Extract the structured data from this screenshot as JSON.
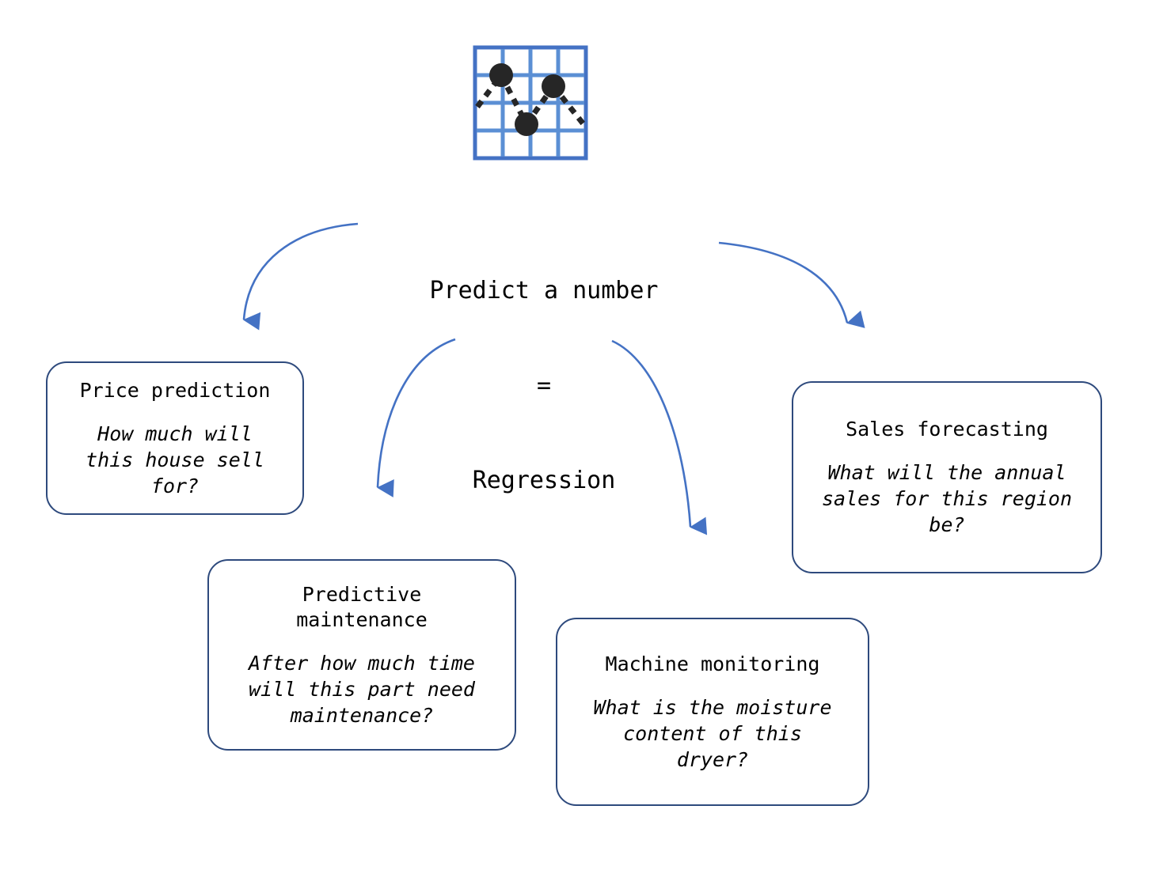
{
  "icon": {
    "name": "regression-scatter-grid-icon",
    "grid_color": "#5B8FD4",
    "dot_color": "#262626",
    "border_color": "#4472C4",
    "dots": 3
  },
  "heading": {
    "line1": "Predict a number",
    "line2": "=",
    "line3": "Regression"
  },
  "colors": {
    "arrow": "#4472C4",
    "box_border": "#2E4A7D",
    "text": "#000000",
    "background": "#FFFFFF"
  },
  "cards": [
    {
      "id": "price-prediction",
      "title": "Price prediction",
      "body": "How much will\nthis house sell\nfor?"
    },
    {
      "id": "predictive-maintenance",
      "title": "Predictive\nmaintenance",
      "body": "After how much time\nwill this part need\nmaintenance?"
    },
    {
      "id": "machine-monitoring",
      "title": "Machine monitoring",
      "body": "What is the moisture\ncontent of this\ndryer?"
    },
    {
      "id": "sales-forecasting",
      "title": "Sales forecasting",
      "body": "What will the annual\nsales for this region\nbe?"
    }
  ],
  "arrows": [
    {
      "name": "arrow-to-price-prediction",
      "from": "heading",
      "to": "price-prediction"
    },
    {
      "name": "arrow-to-predictive-maintenance",
      "from": "heading",
      "to": "predictive-maintenance"
    },
    {
      "name": "arrow-to-machine-monitoring",
      "from": "heading",
      "to": "machine-monitoring"
    },
    {
      "name": "arrow-to-sales-forecasting",
      "from": "heading",
      "to": "sales-forecasting"
    }
  ]
}
